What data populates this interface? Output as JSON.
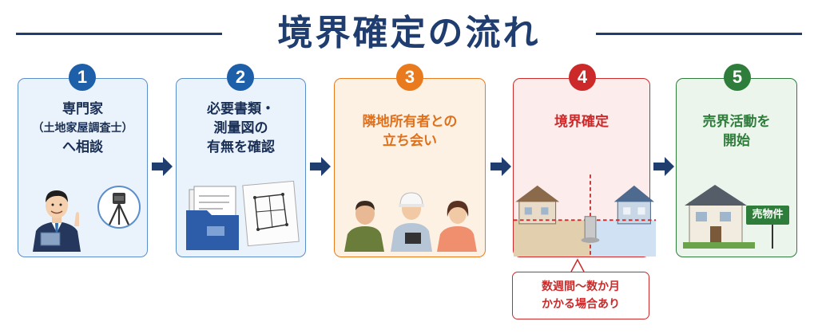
{
  "title": "境界確定の流れ",
  "colors": {
    "navy": "#1f3d6e",
    "step1": "#1d5fa8",
    "step2": "#1d5fa8",
    "step3": "#e97b1e",
    "step4": "#cc2a2a",
    "step5": "#2e7d3a"
  },
  "steps": [
    {
      "number": "1",
      "lines": [
        "専門家",
        "（土地家屋調査士）",
        "へ相談"
      ],
      "icon": "consultant-with-surveying-instrument-icon"
    },
    {
      "number": "2",
      "lines": [
        "必要書類・",
        "測量図の",
        "有無を確認"
      ],
      "icon": "documents-and-survey-map-icon"
    },
    {
      "number": "3",
      "lines": [
        "隣地所有者との",
        "立ち会い"
      ],
      "icon": "neighbors-meeting-icon"
    },
    {
      "number": "4",
      "lines": [
        "境界確定"
      ],
      "icon": "houses-with-boundary-marker-icon"
    },
    {
      "number": "5",
      "lines": [
        "売界活動を",
        "開始"
      ],
      "icon": "house-for-sale-icon",
      "sign": "売物件"
    }
  ],
  "note": {
    "lines": [
      "数週間〜数か月",
      "かかる場合あり"
    ]
  }
}
